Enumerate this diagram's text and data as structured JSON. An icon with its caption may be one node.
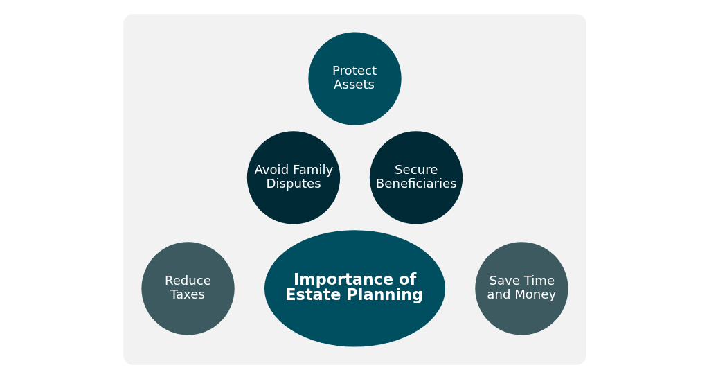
{
  "diagram": {
    "nodes": [
      {
        "text": [],
        "shape": "box"
      },
      {
        "text": [
          "Protect Assets"
        ],
        "in": 0
      },
      {
        "text": [
          "Avoid Family Disputes"
        ],
        "in": 0
      },
      {
        "text": [
          "Secure Beneficiaries"
        ],
        "in": 0
      },
      {
        "text": [
          "Reduce Taxes"
        ],
        "in": 0
      },
      {
        "text": [
          "Importance of Estate Planning"
        ],
        "in": 0
      },
      {
        "text": [
          "Save Time and Money"
        ],
        "in": 0
      }
    ],
    "edges": []
  }
}
